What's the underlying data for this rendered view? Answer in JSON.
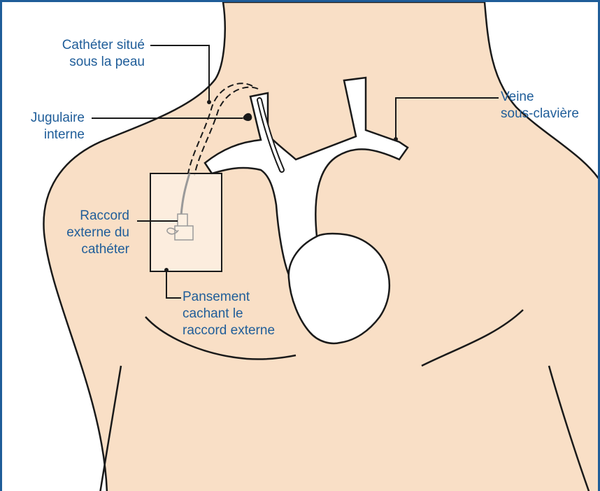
{
  "colors": {
    "skin": "#f9dfc6",
    "outline": "#1a1a1a",
    "label_text": "#1f5d99",
    "frame": "#1f5d99",
    "vessel_fill": "#ffffff",
    "catheter": "#9a9a9a"
  },
  "labels": {
    "catheter_under_skin": [
      "Cathéter situé",
      "sous la peau"
    ],
    "internal_jugular": [
      "Jugulaire",
      "interne"
    ],
    "subclavian_vein": [
      "Veine",
      "sous-clavière"
    ],
    "external_connector": [
      "Raccord",
      "externe du",
      "cathéter"
    ],
    "dressing": [
      "Pansement",
      "cachant le",
      "raccord externe"
    ]
  }
}
